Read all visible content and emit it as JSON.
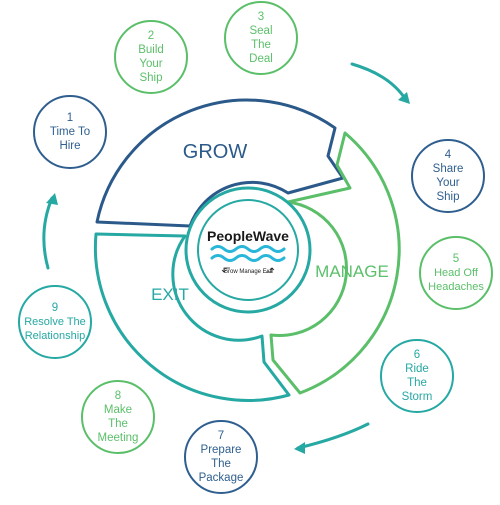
{
  "colors": {
    "navy": "#2b5a8a",
    "green": "#5bbf6a",
    "teal": "#26a8a3",
    "wave": "#29b6d8",
    "dark": "#1a1a1a"
  },
  "center": {
    "brand": "PeopleWave",
    "tagline": "Grow Manage Exit"
  },
  "phases": {
    "grow": "GROW",
    "manage": "MANAGE",
    "exit": "EXIT"
  },
  "steps": [
    {
      "num": "1",
      "label": "Time To\nHire",
      "color": "#2b5a8a"
    },
    {
      "num": "2",
      "label": "Build\nYour\nShip",
      "color": "#5bbf6a"
    },
    {
      "num": "3",
      "label": "Seal\nThe\nDeal",
      "color": "#5bbf6a"
    },
    {
      "num": "4",
      "label": "Share\nYour\nShip",
      "color": "#2b5a8a"
    },
    {
      "num": "5",
      "label": "Head Off\nHeadaches",
      "color": "#5bbf6a"
    },
    {
      "num": "6",
      "label": "Ride\nThe\nStorm",
      "color": "#26a8a3"
    },
    {
      "num": "7",
      "label": "Prepare\nThe\nPackage",
      "color": "#2b5a8a"
    },
    {
      "num": "8",
      "label": "Make\nThe\nMeeting",
      "color": "#5bbf6a"
    },
    {
      "num": "9",
      "label": "Resolve The\nRelationship",
      "color": "#26a8a3"
    }
  ]
}
